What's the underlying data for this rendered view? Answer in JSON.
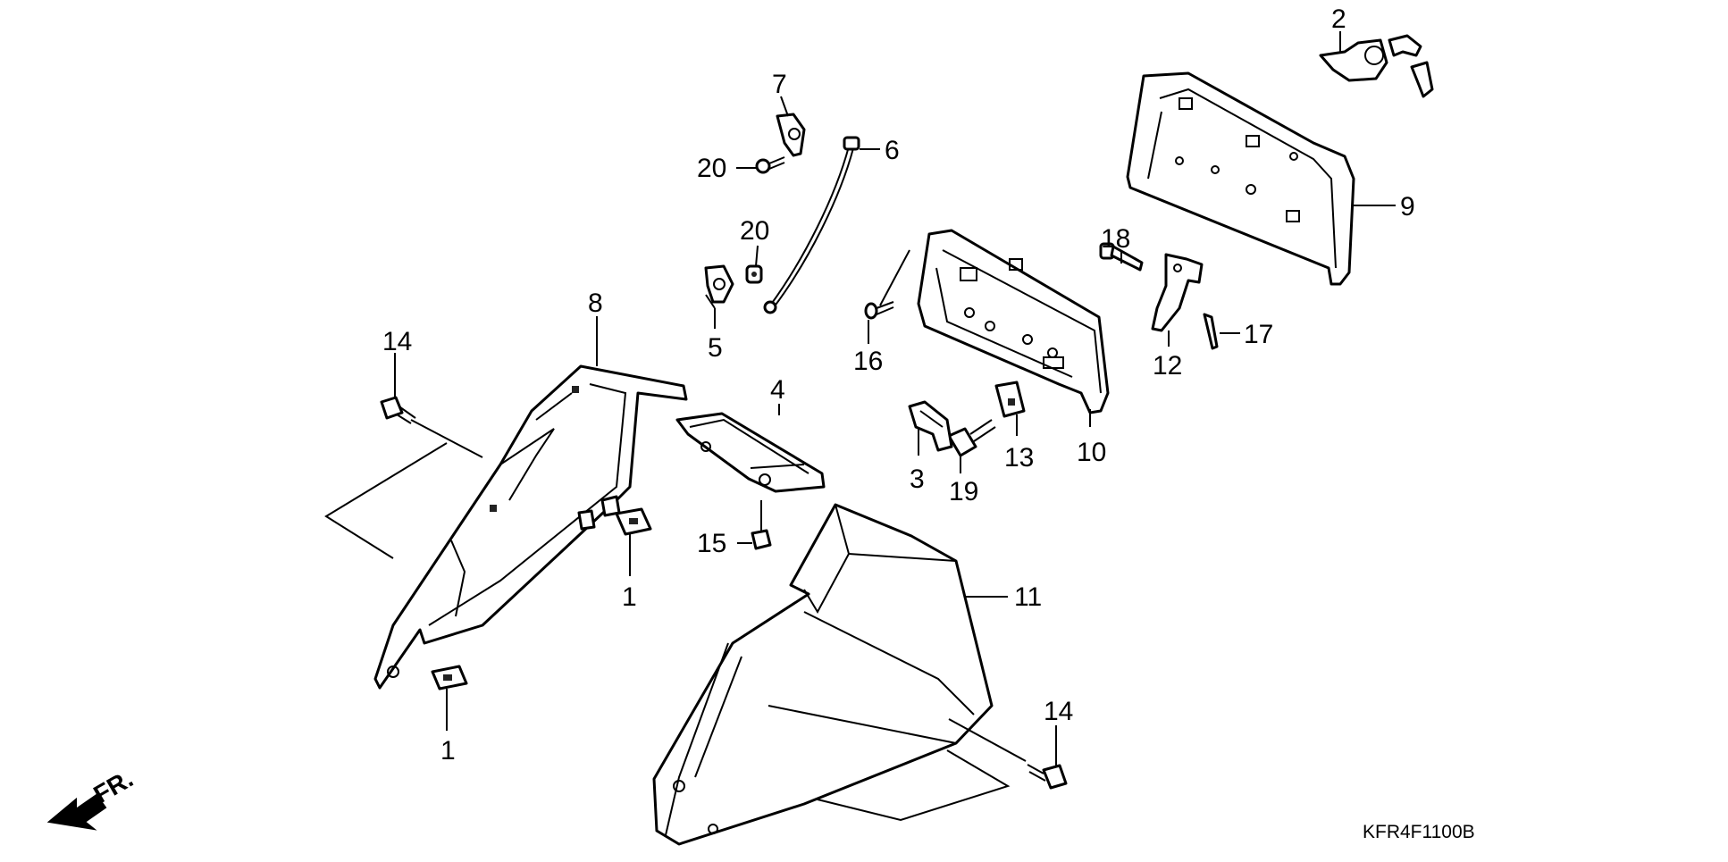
{
  "diagram": {
    "callouts": [
      "1",
      "1",
      "2",
      "3",
      "4",
      "5",
      "6",
      "7",
      "8",
      "9",
      "10",
      "11",
      "12",
      "13",
      "14",
      "14",
      "15",
      "16",
      "17",
      "18",
      "19",
      "20",
      "20"
    ],
    "direction_label": "FR.",
    "diagram_code": "KFR4F1100B"
  }
}
